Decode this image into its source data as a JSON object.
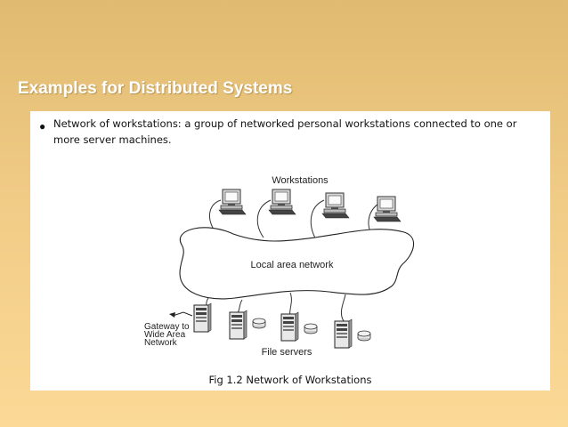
{
  "slide": {
    "title": "Examples for Distributed Systems"
  },
  "content": {
    "bullet": "Network of workstations: a group of networked personal workstations connected to one or more server machines.",
    "caption": "Fig 1.2 Network of Workstations"
  },
  "diagram": {
    "workstations_label": "Workstations",
    "lan_label": "Local area network",
    "file_servers_label": "File servers",
    "gateway_label": [
      "Gateway to",
      "Wide Area",
      "Network"
    ]
  },
  "colors": {
    "background_top": "#e0ba6f",
    "background_bottom": "#fbd996",
    "title": "#ffffff",
    "panel": "#ffffff"
  }
}
